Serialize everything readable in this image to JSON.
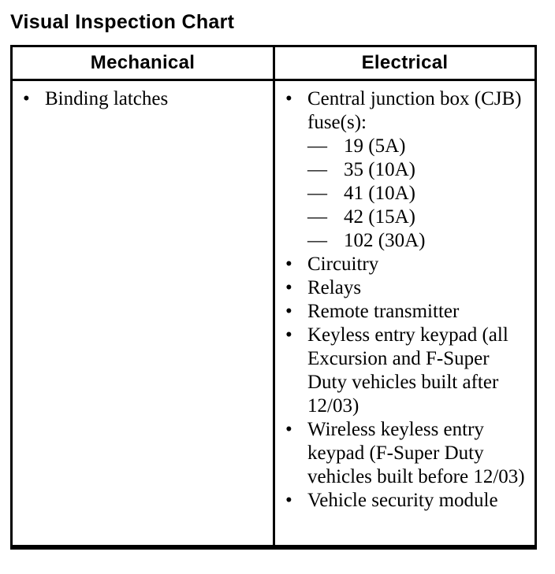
{
  "page": {
    "title": "Visual Inspection Chart",
    "background_color": "#ffffff",
    "text_color": "#000000"
  },
  "glyphs": {
    "bullet": "•",
    "dash": "—"
  },
  "table": {
    "columns": [
      "Mechanical",
      "Electrical"
    ],
    "mechanical": {
      "items": [
        {
          "type": "bullet",
          "text": "Binding latches"
        }
      ]
    },
    "electrical": {
      "items": [
        {
          "type": "bullet",
          "text": "Central junction box (CJB) fuse(s):"
        },
        {
          "type": "dash",
          "text": "19 (5A)"
        },
        {
          "type": "dash",
          "text": "35 (10A)"
        },
        {
          "type": "dash",
          "text": "41 (10A)"
        },
        {
          "type": "dash",
          "text": "42 (15A)"
        },
        {
          "type": "dash",
          "text": "102 (30A)"
        },
        {
          "type": "bullet",
          "text": "Circuitry"
        },
        {
          "type": "bullet",
          "text": "Relays"
        },
        {
          "type": "bullet",
          "text": "Remote transmitter"
        },
        {
          "type": "bullet",
          "text": "Keyless entry keypad (all Excursion and F-Super Duty vehicles built after 12/03)"
        },
        {
          "type": "bullet",
          "text": "Wireless keyless entry keypad (F-Super Duty vehicles built before 12/03)"
        },
        {
          "type": "bullet",
          "text": "Vehicle security module"
        }
      ]
    }
  }
}
